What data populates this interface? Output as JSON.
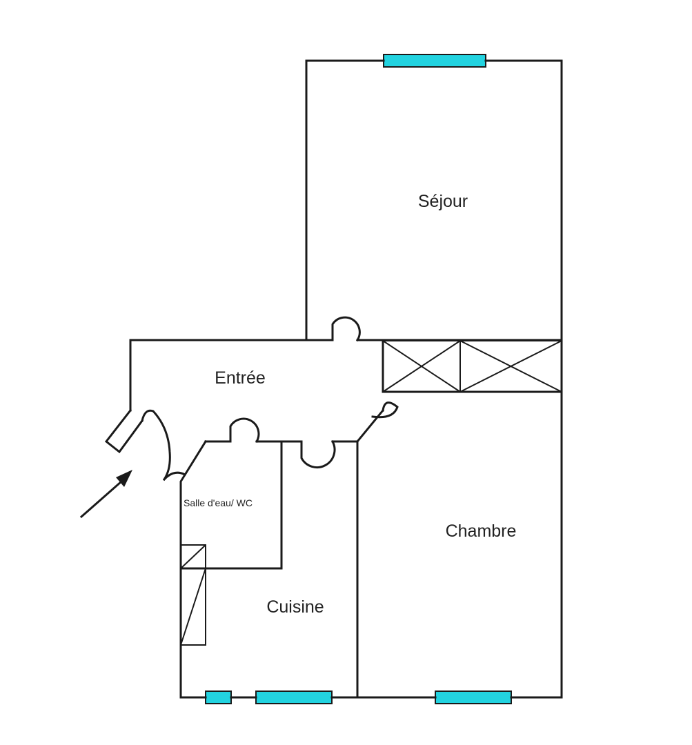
{
  "colors": {
    "wall": "#1a1a1a",
    "window": "#22d3e0",
    "text": "#222222",
    "background": "#ffffff"
  },
  "rooms": {
    "sejour": "Séjour",
    "entree": "Entrée",
    "chambre": "Chambre",
    "cuisine": "Cuisine",
    "salle_eau": "Salle d'eau/ WC"
  },
  "icons": {
    "entrance": "arrow-icon",
    "closet": "storage-x-icon",
    "door": "door-swing-icon",
    "window": "window-icon"
  }
}
